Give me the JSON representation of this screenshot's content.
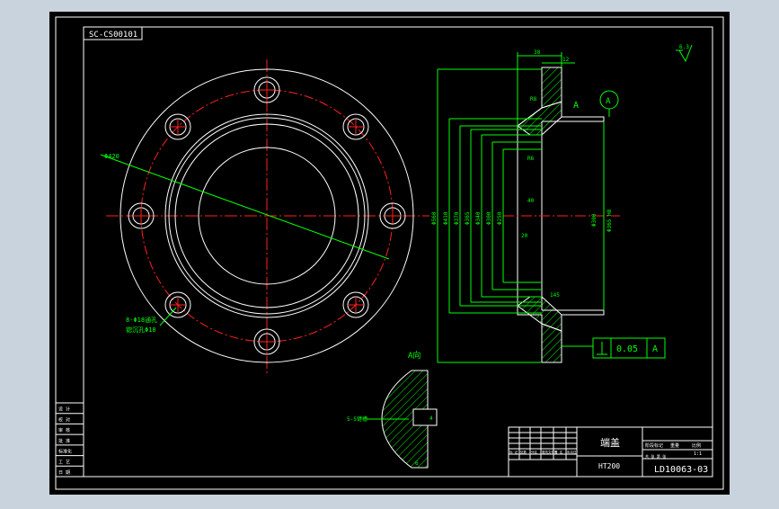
{
  "drawing": {
    "code_label": "SC-CS00101",
    "part_name": "端盖",
    "material": "HT200",
    "drawing_number": "LD10063-03",
    "roughness_value": "6.3",
    "section_view_label": "A向",
    "datum_label": "A",
    "tolerance_value": "0.05",
    "tolerance_datum": "A",
    "front_dims": {
      "pcd": "Φ420",
      "hole_note_1": "8-Φ18通孔",
      "hole_note_2": "锪沉孔Φ18"
    },
    "side_dims": {
      "dia_labels": [
        "Φ560",
        "Φ410",
        "Φ370",
        "Φ365",
        "Φ340",
        "Φ300",
        "Φ250"
      ],
      "bore_labels": [
        "Φ300",
        "Φ365 H8"
      ],
      "top_dims": [
        "38",
        "12",
        "R8"
      ],
      "misc_dims": [
        "R6",
        "40",
        "20",
        "145"
      ]
    },
    "detail": {
      "note": "5-5键槽",
      "dim": "4",
      "dim2": "6"
    },
    "left_table": [
      "设 计",
      "校 对",
      "审 核",
      "批 准",
      "标准化",
      "工 艺",
      "日 期"
    ],
    "title_block": {
      "row_labels": [
        "标 记",
        "处数",
        "分区",
        "更改文件号",
        "签 名",
        "年月日"
      ],
      "col_right": [
        "阶段标记",
        "重量",
        "比例"
      ],
      "scale": "1:1",
      "sheet": "共 张 第 张"
    }
  }
}
